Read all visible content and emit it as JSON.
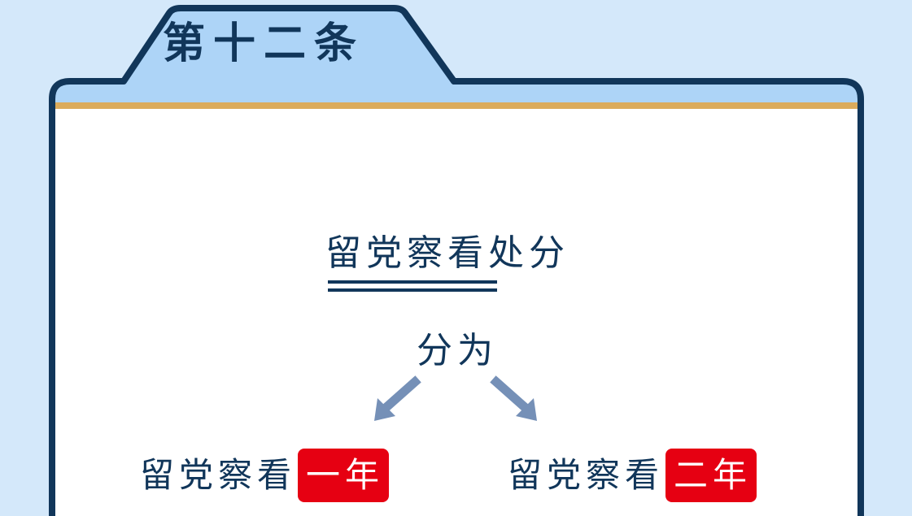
{
  "tab": {
    "title": "第十二条"
  },
  "card": {
    "heading": "留党察看处分",
    "divide_text": "分为",
    "options": [
      {
        "label": "留党察看",
        "badge": "一年"
      },
      {
        "label": "留党察看",
        "badge": "二年"
      }
    ]
  },
  "colors": {
    "background": "#d4e8fa",
    "tab_fill": "#add4f7",
    "border": "#11365a",
    "accent_line": "#dbab5c",
    "text": "#11365a",
    "badge": "#e60012",
    "arrow": "#7590b7"
  },
  "icons": {
    "left_arrow": "arrow-down-left-icon",
    "right_arrow": "arrow-down-right-icon"
  }
}
